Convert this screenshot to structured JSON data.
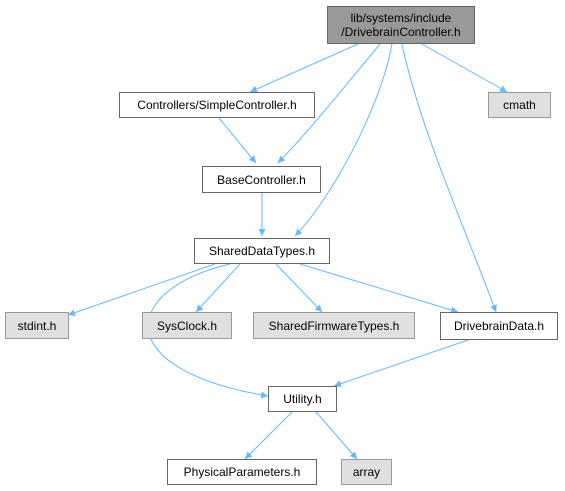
{
  "nodes": {
    "root": {
      "line1": "lib/systems/include",
      "line2": "/DrivebrainController.h"
    },
    "simple_controller": "Controllers/SimpleController.h",
    "cmath": "cmath",
    "base_controller": "BaseController.h",
    "shared_data_types": "SharedDataTypes.h",
    "stdint": "stdint.h",
    "sysclock": "SysClock.h",
    "shared_firmware_types": "SharedFirmwareTypes.h",
    "drivebrain_data": "DrivebrainData.h",
    "utility": "Utility.h",
    "physical_parameters": "PhysicalParameters.h",
    "array": "array"
  },
  "colors": {
    "edge": "#63b8ff",
    "node_border": "#666666",
    "root_fill": "#999999",
    "external_fill": "#e0e0e0"
  }
}
